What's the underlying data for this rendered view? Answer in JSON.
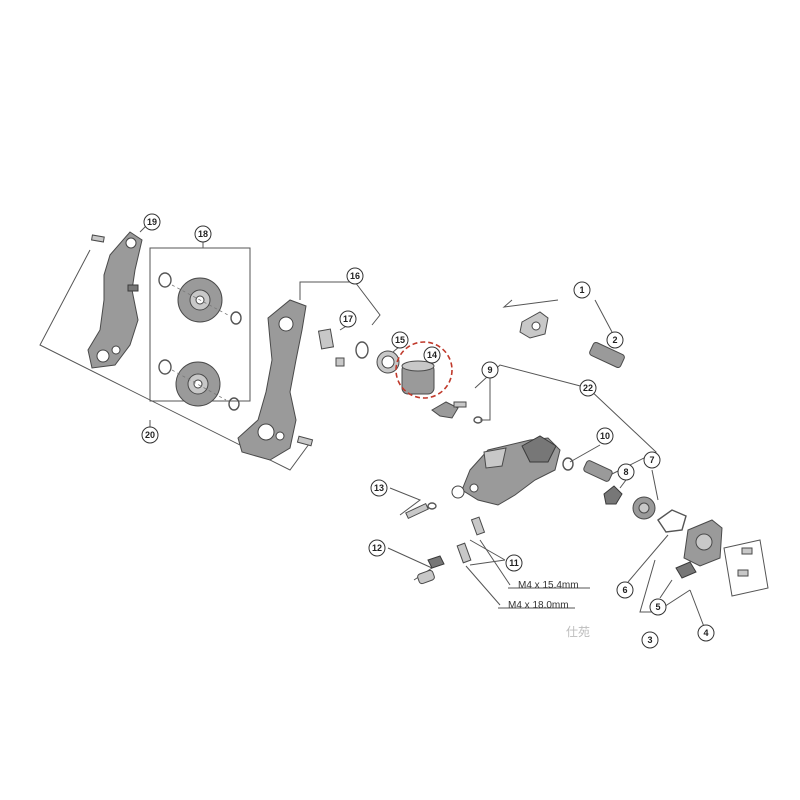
{
  "parts": {
    "p1": "1",
    "p2": "2",
    "p3": "3",
    "p4": "4",
    "p5": "5",
    "p6": "6",
    "p7": "7",
    "p8": "8",
    "p9": "9",
    "p10": "10",
    "p11": "11",
    "p12": "12",
    "p13": "13",
    "p14": "14",
    "p15": "15",
    "p16": "16",
    "p17": "17",
    "p18": "18",
    "p19": "19",
    "p20": "20",
    "p22": "22"
  },
  "specs": {
    "screw_a": "M4 x 15.4mm",
    "screw_b": "M4 x 18.0mm"
  },
  "watermark": "仕苑",
  "colors": {
    "highlight": "#c0392b",
    "part": "#9a9a9a",
    "line": "#555555"
  }
}
